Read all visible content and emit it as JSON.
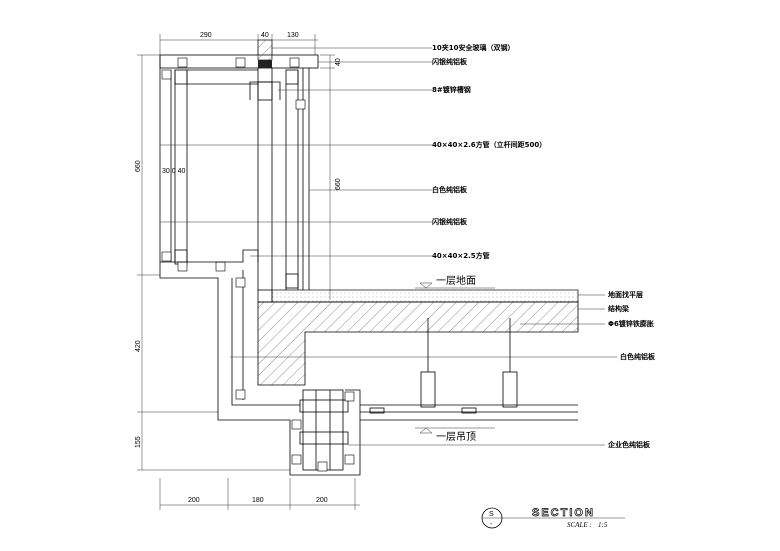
{
  "title": "SECTION",
  "scale_label": "SCALE :",
  "scale_value": "1:5",
  "section_symbol": {
    "top": "S",
    "bottom": "-"
  },
  "dimensions": {
    "top": [
      "290",
      "40",
      "130"
    ],
    "right_top": "40",
    "right_height": "660",
    "left": [
      "660",
      "420",
      "155"
    ],
    "inner_left": "30 0 40",
    "bottom": [
      "200",
      "180",
      "200"
    ]
  },
  "levels": {
    "floor": "一层地面",
    "ceiling": "一层吊顶"
  },
  "callouts": [
    "10夹10安全玻璃（双钢）",
    "闪银纯铝板",
    "8#镀锌槽钢",
    "40×40×2.6方管（立杆间距500）",
    "白色纯铝板",
    "闪银纯铝板",
    "40×40×2.5方管",
    "地面找平层",
    "结构梁",
    "Φ6镀锌铁膨胀",
    "白色纯铝板",
    "企业色纯铝板"
  ]
}
